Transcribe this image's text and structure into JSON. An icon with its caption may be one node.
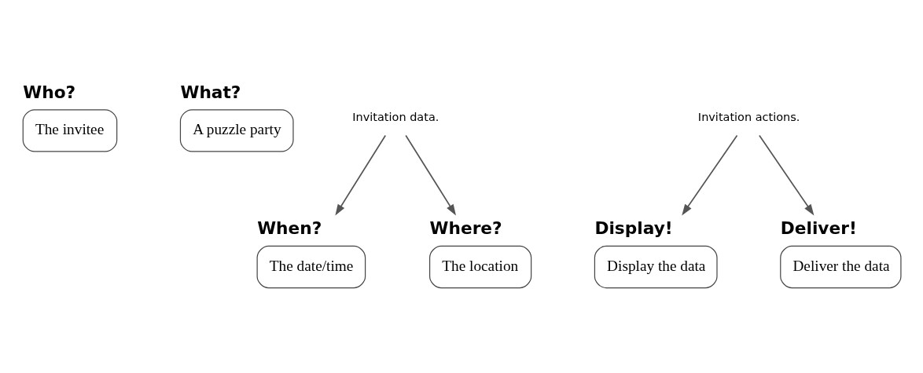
{
  "diagram": {
    "nodes": [
      {
        "text": [
          "Who?",
          "The invitee"
        ]
      },
      {
        "text": [
          "What?",
          "A puzzle party"
        ]
      },
      {
        "text": [
          "When?",
          "The date/time"
        ]
      },
      {
        "text": [
          "Where?",
          "The location"
        ]
      },
      {
        "text": [
          "Invitation data."
        ]
      },
      {
        "text": [
          "Display!",
          "Display the data"
        ]
      },
      {
        "text": [
          "Deliver!",
          "Deliver the data"
        ]
      },
      {
        "text": [
          "Invitation actions."
        ]
      }
    ],
    "edges": [
      {
        "from": 4,
        "to": 2,
        "arrow": "to"
      },
      {
        "from": 4,
        "to": 3,
        "arrow": "to"
      },
      {
        "from": 7,
        "to": 5,
        "arrow": "to"
      },
      {
        "from": 7,
        "to": 6,
        "arrow": "to"
      }
    ]
  }
}
